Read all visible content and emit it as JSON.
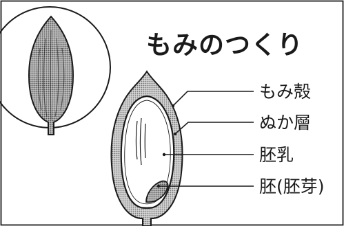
{
  "title": "もみのつくり",
  "labels": {
    "husk": "もみ殻",
    "bran": "ぬか層",
    "endosperm": "胚乳",
    "embryo": "胚(胚芽)"
  },
  "colors": {
    "ink": "#1a1a1a",
    "husk_fill": "#bdbdbd",
    "inset_fill": "#b0b0b0",
    "background": "#ffffff"
  }
}
